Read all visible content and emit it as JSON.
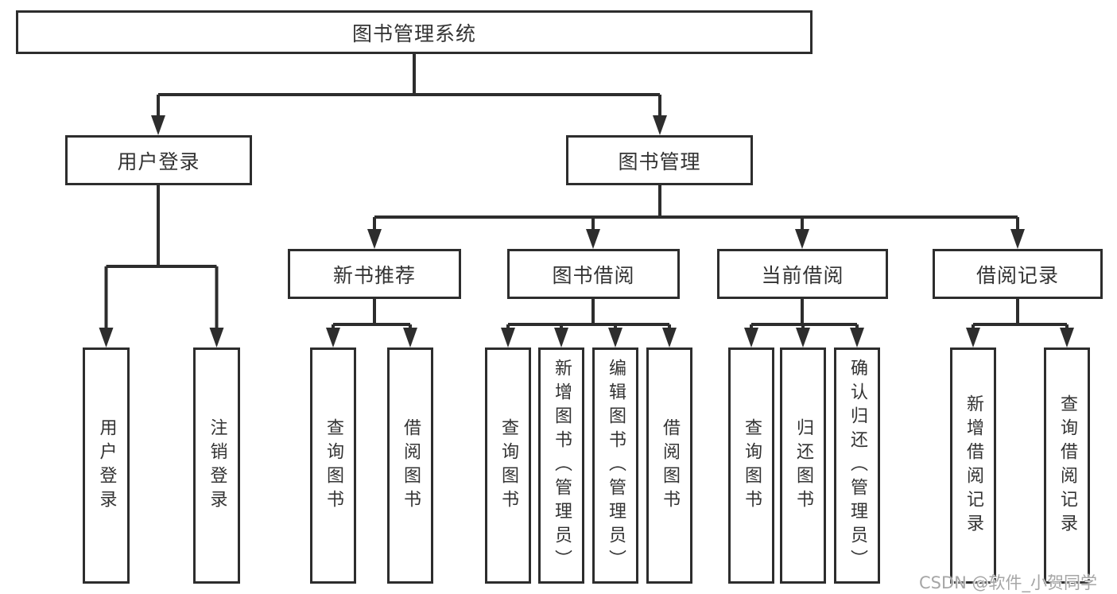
{
  "diagram": {
    "root": {
      "label": "图书管理系统"
    },
    "level2": [
      {
        "label": "用户登录",
        "children": [
          {
            "label": "用户登录"
          },
          {
            "label": "注销登录"
          }
        ]
      },
      {
        "label": "图书管理",
        "children": [
          {
            "label": "新书推荐",
            "children": [
              {
                "label": "查询图书"
              },
              {
                "label": "借阅图书"
              }
            ]
          },
          {
            "label": "图书借阅",
            "children": [
              {
                "label": "查询图书"
              },
              {
                "label": "新增图书（管理员）"
              },
              {
                "label": "编辑图书（管理员）"
              },
              {
                "label": "借阅图书"
              }
            ]
          },
          {
            "label": "当前借阅",
            "children": [
              {
                "label": "查询图书"
              },
              {
                "label": "归还图书"
              },
              {
                "label": "确认归还（管理员）"
              }
            ]
          },
          {
            "label": "借阅记录",
            "children": [
              {
                "label": "新增借阅记录"
              },
              {
                "label": "查询借阅记录"
              }
            ]
          }
        ]
      }
    ],
    "colors": {
      "line": "#2d2d2d",
      "text": "#333333",
      "background": "#ffffff"
    }
  },
  "watermark": {
    "text": "CSDN @软件_小贺同学",
    "color": "#a6a6a6"
  }
}
